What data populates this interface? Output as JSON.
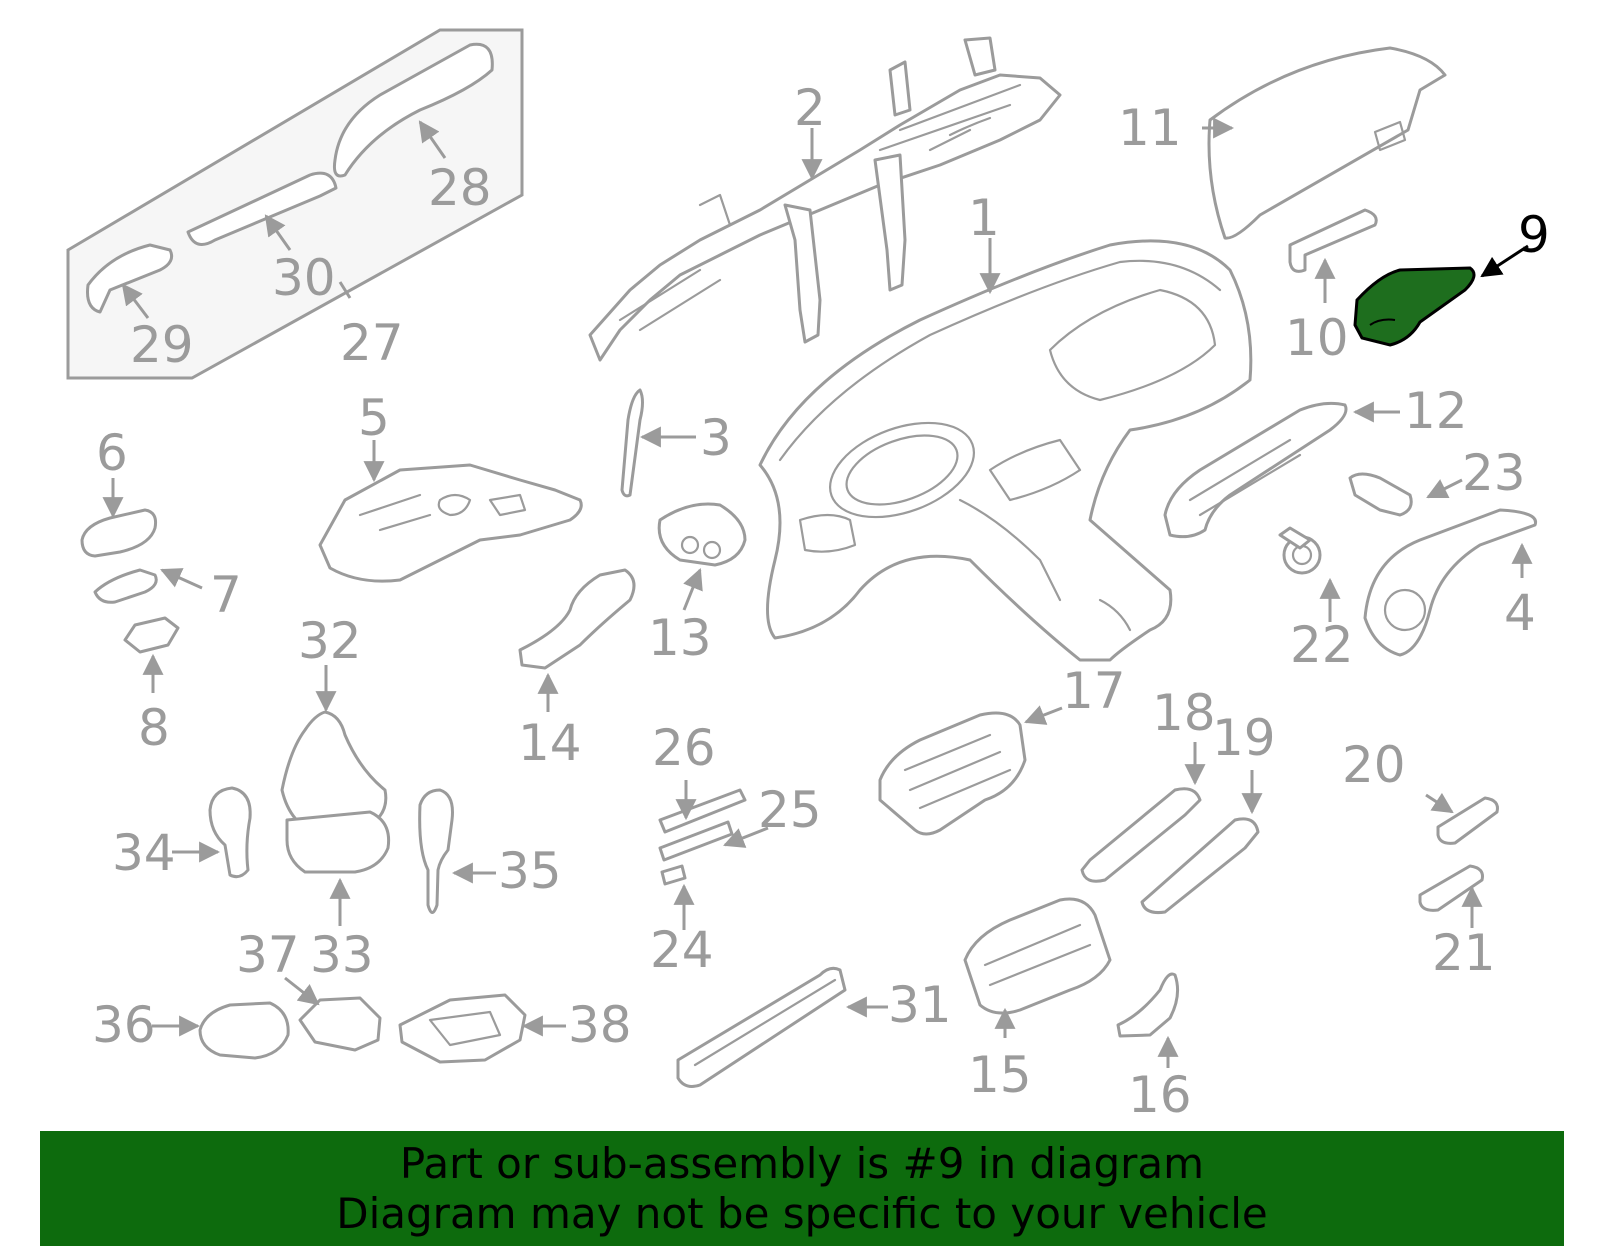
{
  "colors": {
    "line_gray": "#9b9b9b",
    "highlight_fill": "#1e6e1e",
    "highlight_label": "#000000",
    "banner_bg": "#0d6b0d",
    "inset_bg": "#f6f6f6"
  },
  "callouts": {
    "c1": "1",
    "c2": "2",
    "c3": "3",
    "c4": "4",
    "c5": "5",
    "c6": "6",
    "c7": "7",
    "c8": "8",
    "c9": "9",
    "c10": "10",
    "c11": "11",
    "c12": "12",
    "c13": "13",
    "c14": "14",
    "c15": "15",
    "c16": "16",
    "c17": "17",
    "c18": "18",
    "c19": "19",
    "c20": "20",
    "c21": "21",
    "c22": "22",
    "c23": "23",
    "c24": "24",
    "c25": "25",
    "c26": "26",
    "c27": "27",
    "c28": "28",
    "c29": "29",
    "c30": "30",
    "c31": "31",
    "c32": "32",
    "c33": "33",
    "c34": "34",
    "c35": "35",
    "c36": "36",
    "c37": "37",
    "c38": "38"
  },
  "highlighted_part": "9",
  "banner": {
    "line1": "Part or sub-assembly is #9 in diagram",
    "line2": "Diagram may not be specific to your vehicle"
  }
}
